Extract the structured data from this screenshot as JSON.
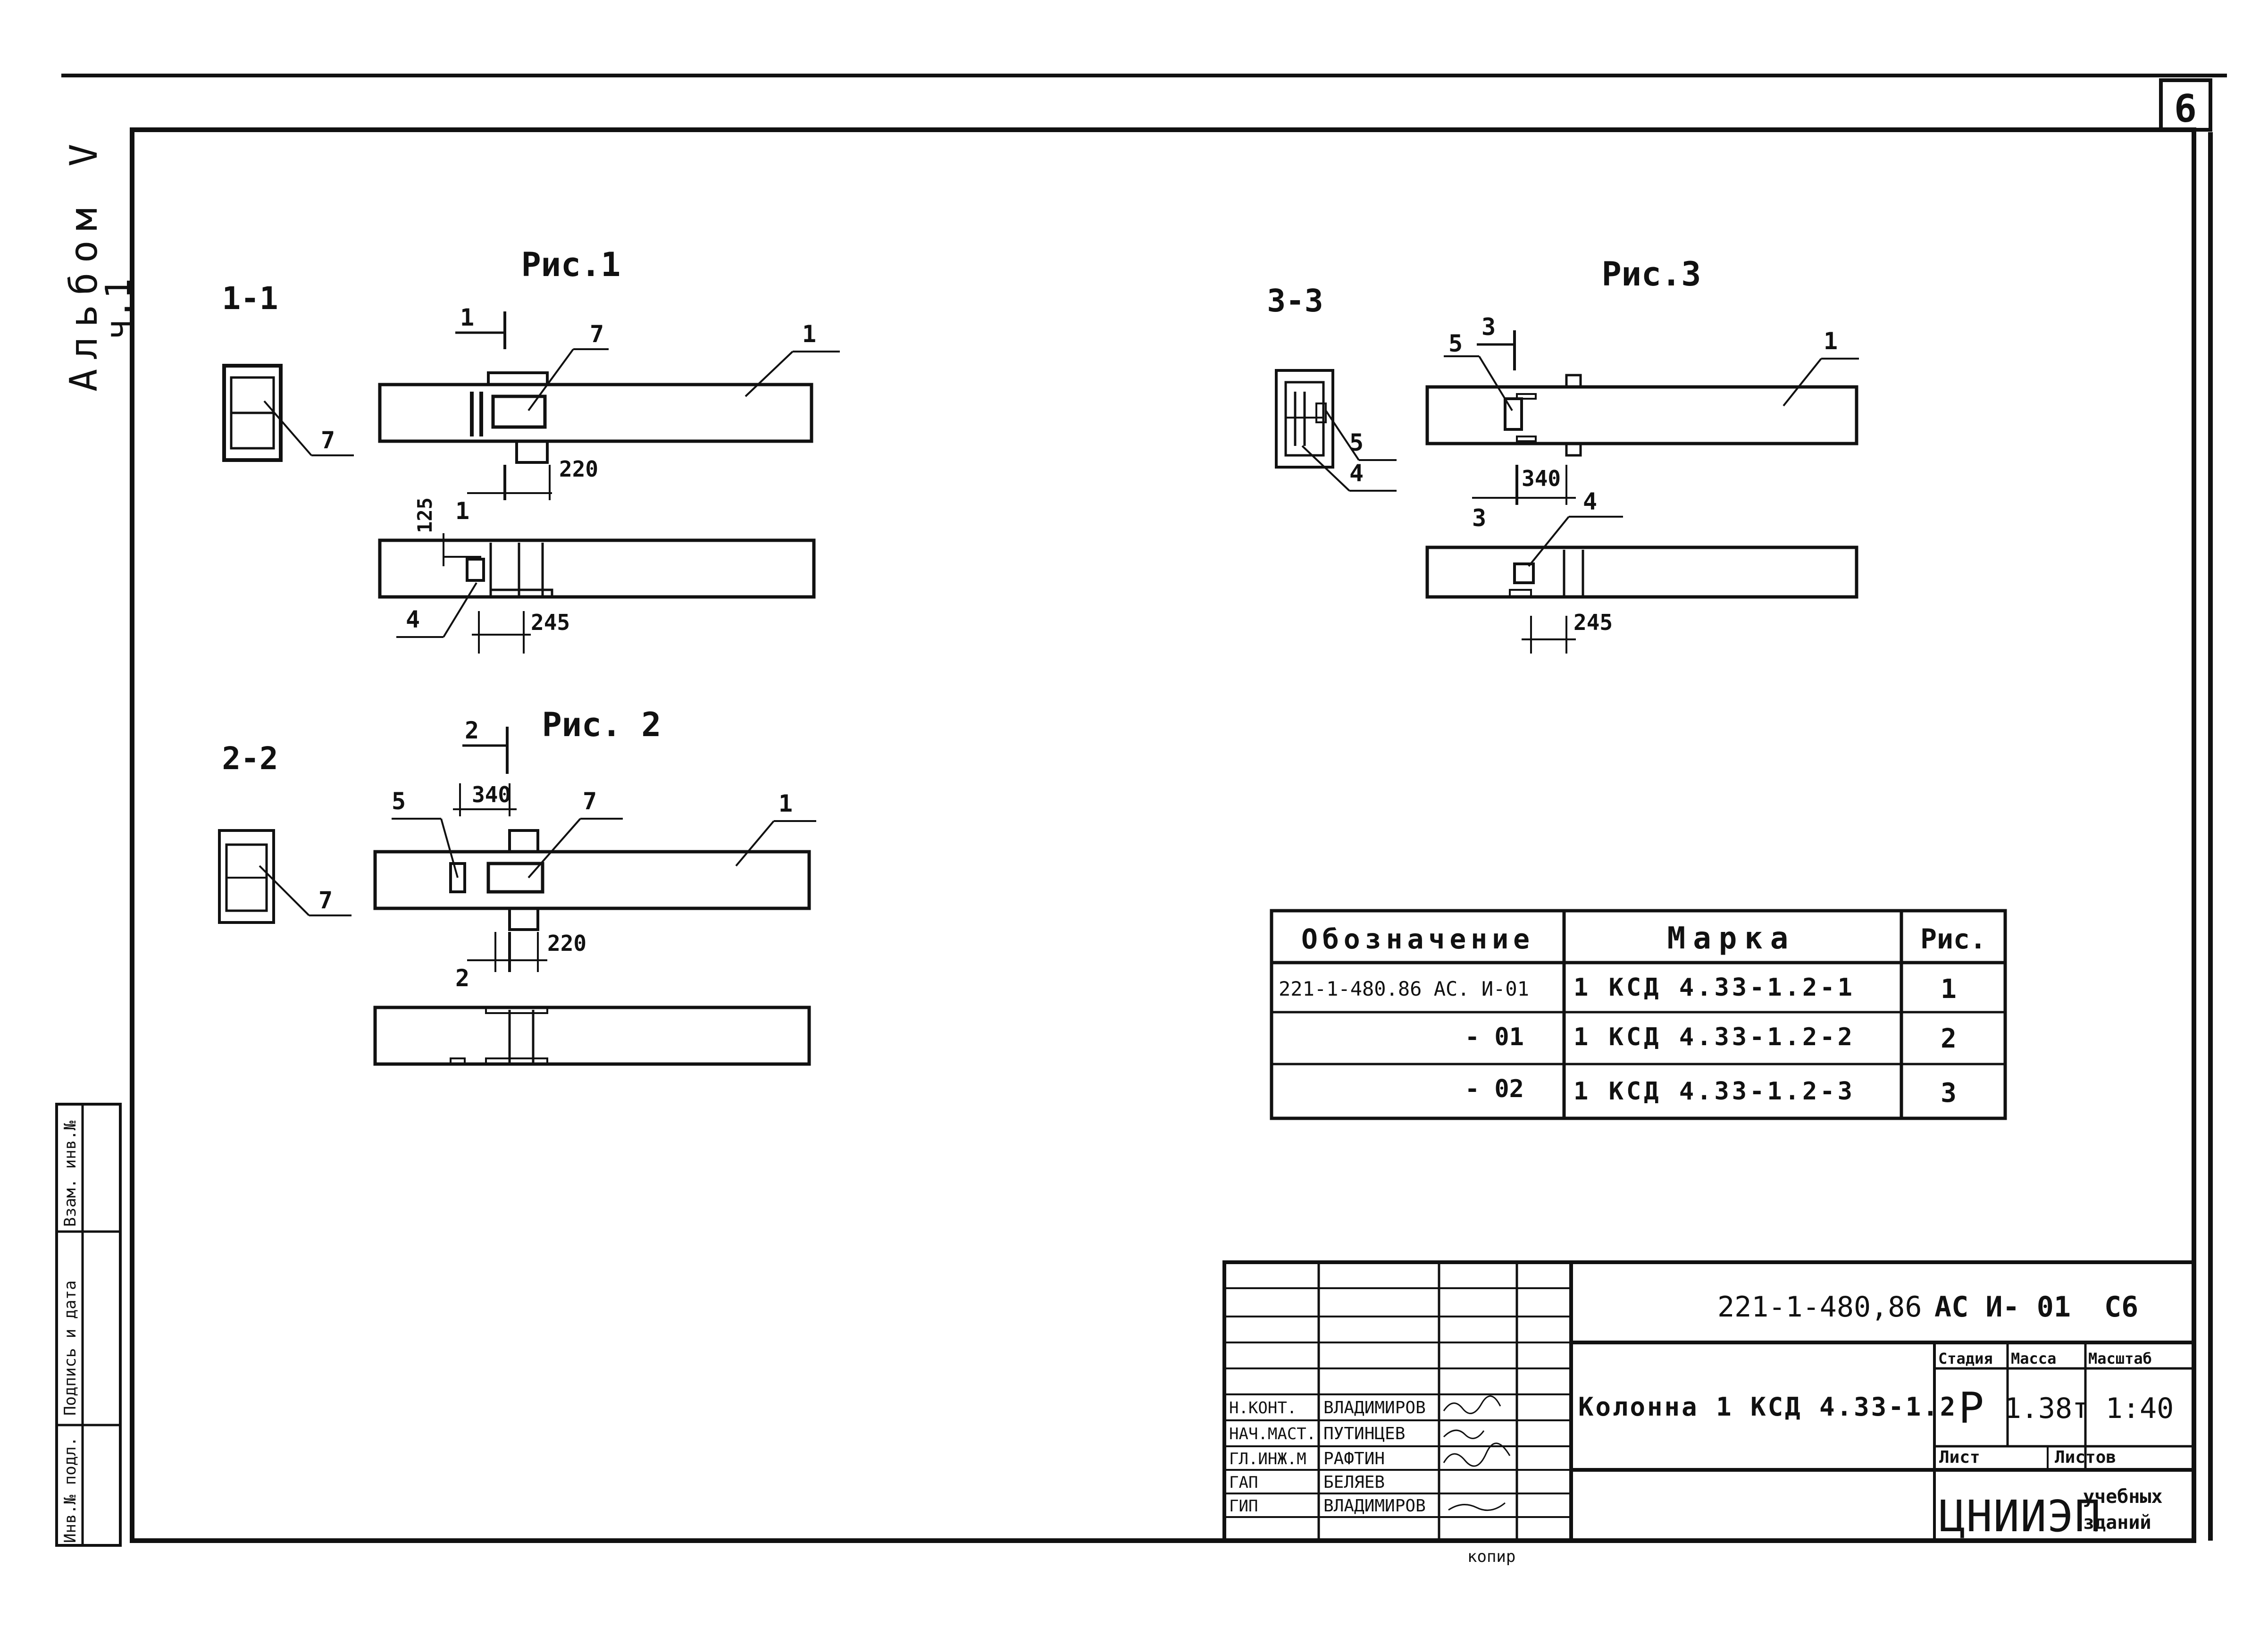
{
  "sheet": {
    "number": "6",
    "album": "Альбом V",
    "album_part": "ч.1"
  },
  "figures": {
    "fig1": {
      "title": "Рис.1",
      "section": "1-1",
      "labels": [
        "1",
        "7",
        "1",
        "1",
        "4"
      ],
      "dims": [
        "220",
        "125",
        "245"
      ]
    },
    "fig2": {
      "title": "Рис. 2",
      "section": "2-2",
      "labels": [
        "2",
        "5",
        "7",
        "1",
        "2"
      ],
      "dims": [
        "340",
        "220"
      ]
    },
    "fig3": {
      "title": "Рис.3",
      "section": "3-3",
      "labels": [
        "3",
        "5",
        "1",
        "5",
        "4",
        "3",
        "4"
      ],
      "dims": [
        "340",
        "245"
      ]
    }
  },
  "spec_table": {
    "headers": [
      "Обозначение",
      "Марка",
      "Рис."
    ],
    "rows": [
      [
        "221-1-480.86 АС. И-01",
        "1 КСД 4.33-1.2-1",
        "1"
      ],
      [
        "- 01",
        "1 КСД 4.33-1.2-2",
        "2"
      ],
      [
        "- 02",
        "1 КСД 4.33-1.2-3",
        "3"
      ]
    ]
  },
  "stamp": {
    "code": "221-1-480,86",
    "doc": "АС И- 01",
    "sheet": "С6",
    "title": "Колонна 1 КСД 4.33-1.2",
    "stage_label": "Стадия",
    "mass_label": "Масса",
    "scale_label": "Масштаб",
    "stage": "Р",
    "mass": "1.38т",
    "scale": "1:40",
    "sheet_label": "Лист",
    "sheets_label": "Листов",
    "org": "ЦНИИЭП",
    "org_sub_1": "учебных",
    "org_sub_2": "зданий",
    "people": [
      {
        "role": "Н.КОНТ.",
        "name": "ВЛАДИМИРОВ"
      },
      {
        "role": "НАЧ.МАСТ.",
        "name": "ПУТИНЦЕВ"
      },
      {
        "role": "ГЛ.ИНЖ.М",
        "name": "РАФТИН"
      },
      {
        "role": "ГАП",
        "name": "БЕЛЯЕВ"
      },
      {
        "role": "ГИП",
        "name": "ВЛАДИМИРОВ"
      }
    ],
    "copy_label": "копир"
  },
  "side_stamp": [
    "Инв.№ подл.",
    "Подпись и дата",
    "Взам. инв.№"
  ]
}
